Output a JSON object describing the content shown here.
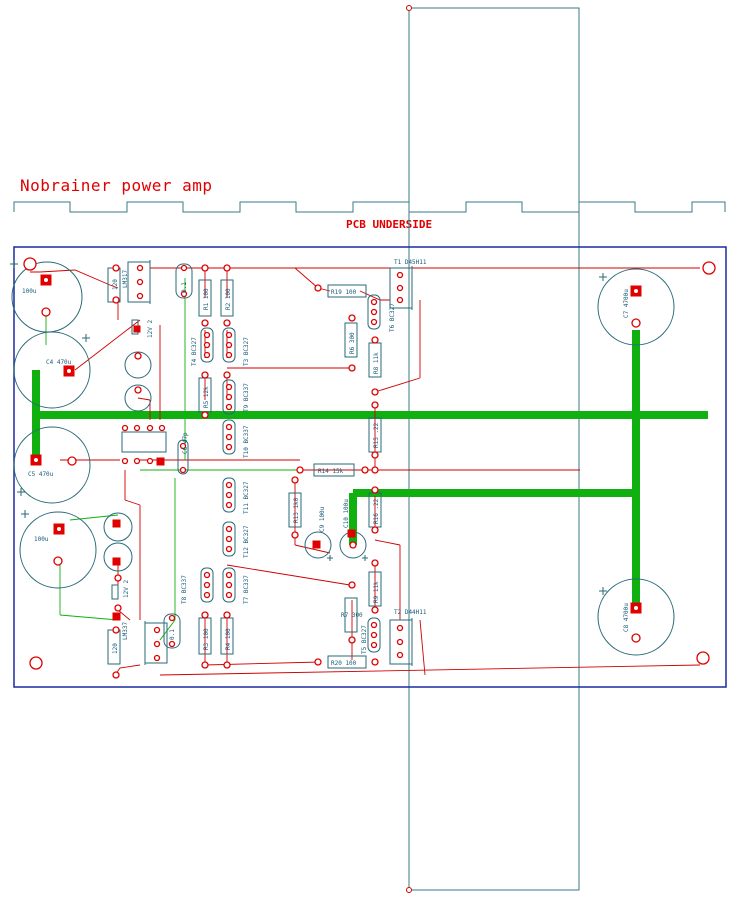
{
  "title": "Nobrainer power amp",
  "subtitle": "PCB UNDERSIDE",
  "colors": {
    "track": "#d00000",
    "power_track": "#10b010",
    "outline": "#1a2aa0",
    "component": "#2a6a7a",
    "pad": "#e00000",
    "overlay": "#3a7a8a"
  },
  "components": {
    "c1": "100u",
    "c4": "C4 470u",
    "c5": "C5 470u",
    "c2": "100u",
    "c7": "C7 4700u",
    "c8": "C8 4700u",
    "c6": "C6 47p",
    "c9": "C9 100u",
    "c10": "C10 100u",
    "c_top": "0.1",
    "c_bot": "0.1",
    "u1": "LM317",
    "u2": "LM337",
    "r_u1": "120",
    "r_u2": "120",
    "zener1": "12V 2",
    "zener2": "12V 2",
    "r1": "R1 100",
    "r2": "R2 100",
    "r3": "R3 100",
    "r4": "R4 100",
    "r5": "R5 12k",
    "r6": "R6 300",
    "r7": "R7 300",
    "r8": "R8 11k",
    "r9": "R9 11k",
    "r13": "R13 1k0",
    "r14": "R14 15k",
    "r15": "R15 .22",
    "r16": "R16 .22",
    "r19": "R19 100",
    "r20": "R20 100",
    "t1": "T1 D45H11",
    "t2": "T2 D44H11",
    "t3": "T3 BC327",
    "t4": "T4 BC327",
    "t5": "T5 BC327",
    "t6": "T6 BC327",
    "t7": "T7 BC337",
    "t8": "T8 BC337",
    "t9": "T9 BC337",
    "t10": "T10 BC337",
    "t11": "T11 BC327",
    "t12": "T12 BC327"
  }
}
